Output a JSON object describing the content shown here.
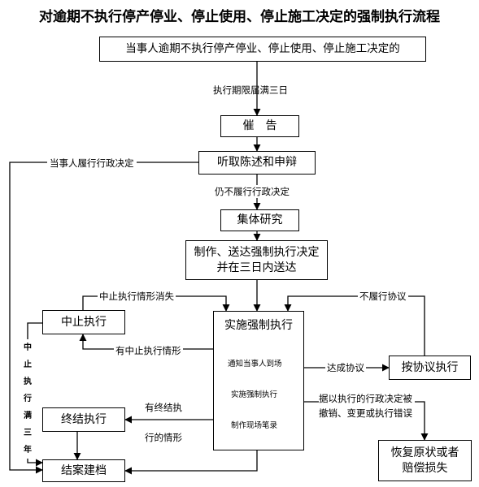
{
  "title": "对逾期不执行停产停业、停止使用、停止施工决定的强制执行流程",
  "nodes": {
    "start": "当事人逾期不执行停产停业、停止使用、停止施工决定的",
    "urge": "催　告",
    "hearing": "听取陈述和申辩",
    "collective": "集体研究",
    "make_serve": "制作、送达强制执行决定并在三日内送达",
    "suspend": "中止执行",
    "implement": "实施强制执行",
    "terminate": "终结执行",
    "archive": "结案建档",
    "agreement_exec": "按协议执行",
    "restore": "恢复原状或者赔偿损失"
  },
  "inner_steps": [
    "通知当事人到场",
    "实施强制执行",
    "制作现场笔录"
  ],
  "edge_labels": {
    "deadline": "执行期限届满三日",
    "fulfilled": "当事人履行行政决定",
    "not_fulfilled": "仍不履行行政决定",
    "suspend_gone": "中止执行情形消失",
    "not_fulfill_agreement": "不履行协议",
    "has_suspend": "有中止执行情形",
    "reach_agreement": "达成协议",
    "has_terminate_1": "有终结执",
    "has_terminate_2": "行的情形",
    "revoked": "据以执行的行政决定被撤销、变更或执行错误",
    "suspend_3_years": "中止执行满三年"
  }
}
